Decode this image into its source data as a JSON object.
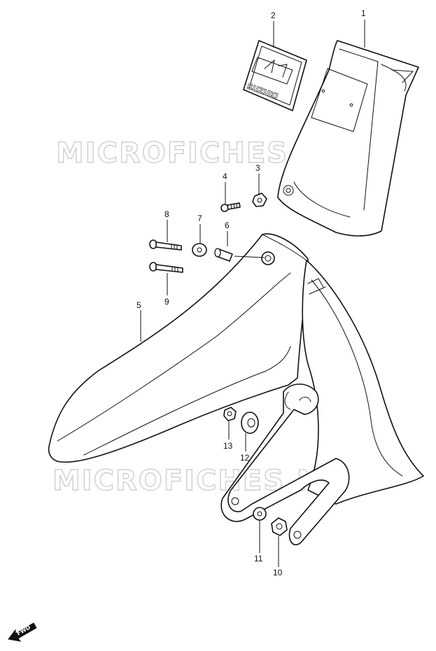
{
  "watermark": {
    "text": "MICROFICHES.NET"
  },
  "emblem": {
    "brand": "SUZUKI"
  },
  "direction_marker": {
    "text": "FWD"
  },
  "callouts": [
    {
      "id": "1",
      "label": "1"
    },
    {
      "id": "2",
      "label": "2"
    },
    {
      "id": "3",
      "label": "3"
    },
    {
      "id": "4",
      "label": "4"
    },
    {
      "id": "5",
      "label": "5"
    },
    {
      "id": "6",
      "label": "6"
    },
    {
      "id": "7",
      "label": "7"
    },
    {
      "id": "8",
      "label": "8"
    },
    {
      "id": "9",
      "label": "9"
    },
    {
      "id": "10",
      "label": "10"
    },
    {
      "id": "11",
      "label": "11"
    },
    {
      "id": "12",
      "label": "12"
    },
    {
      "id": "13",
      "label": "13"
    }
  ]
}
